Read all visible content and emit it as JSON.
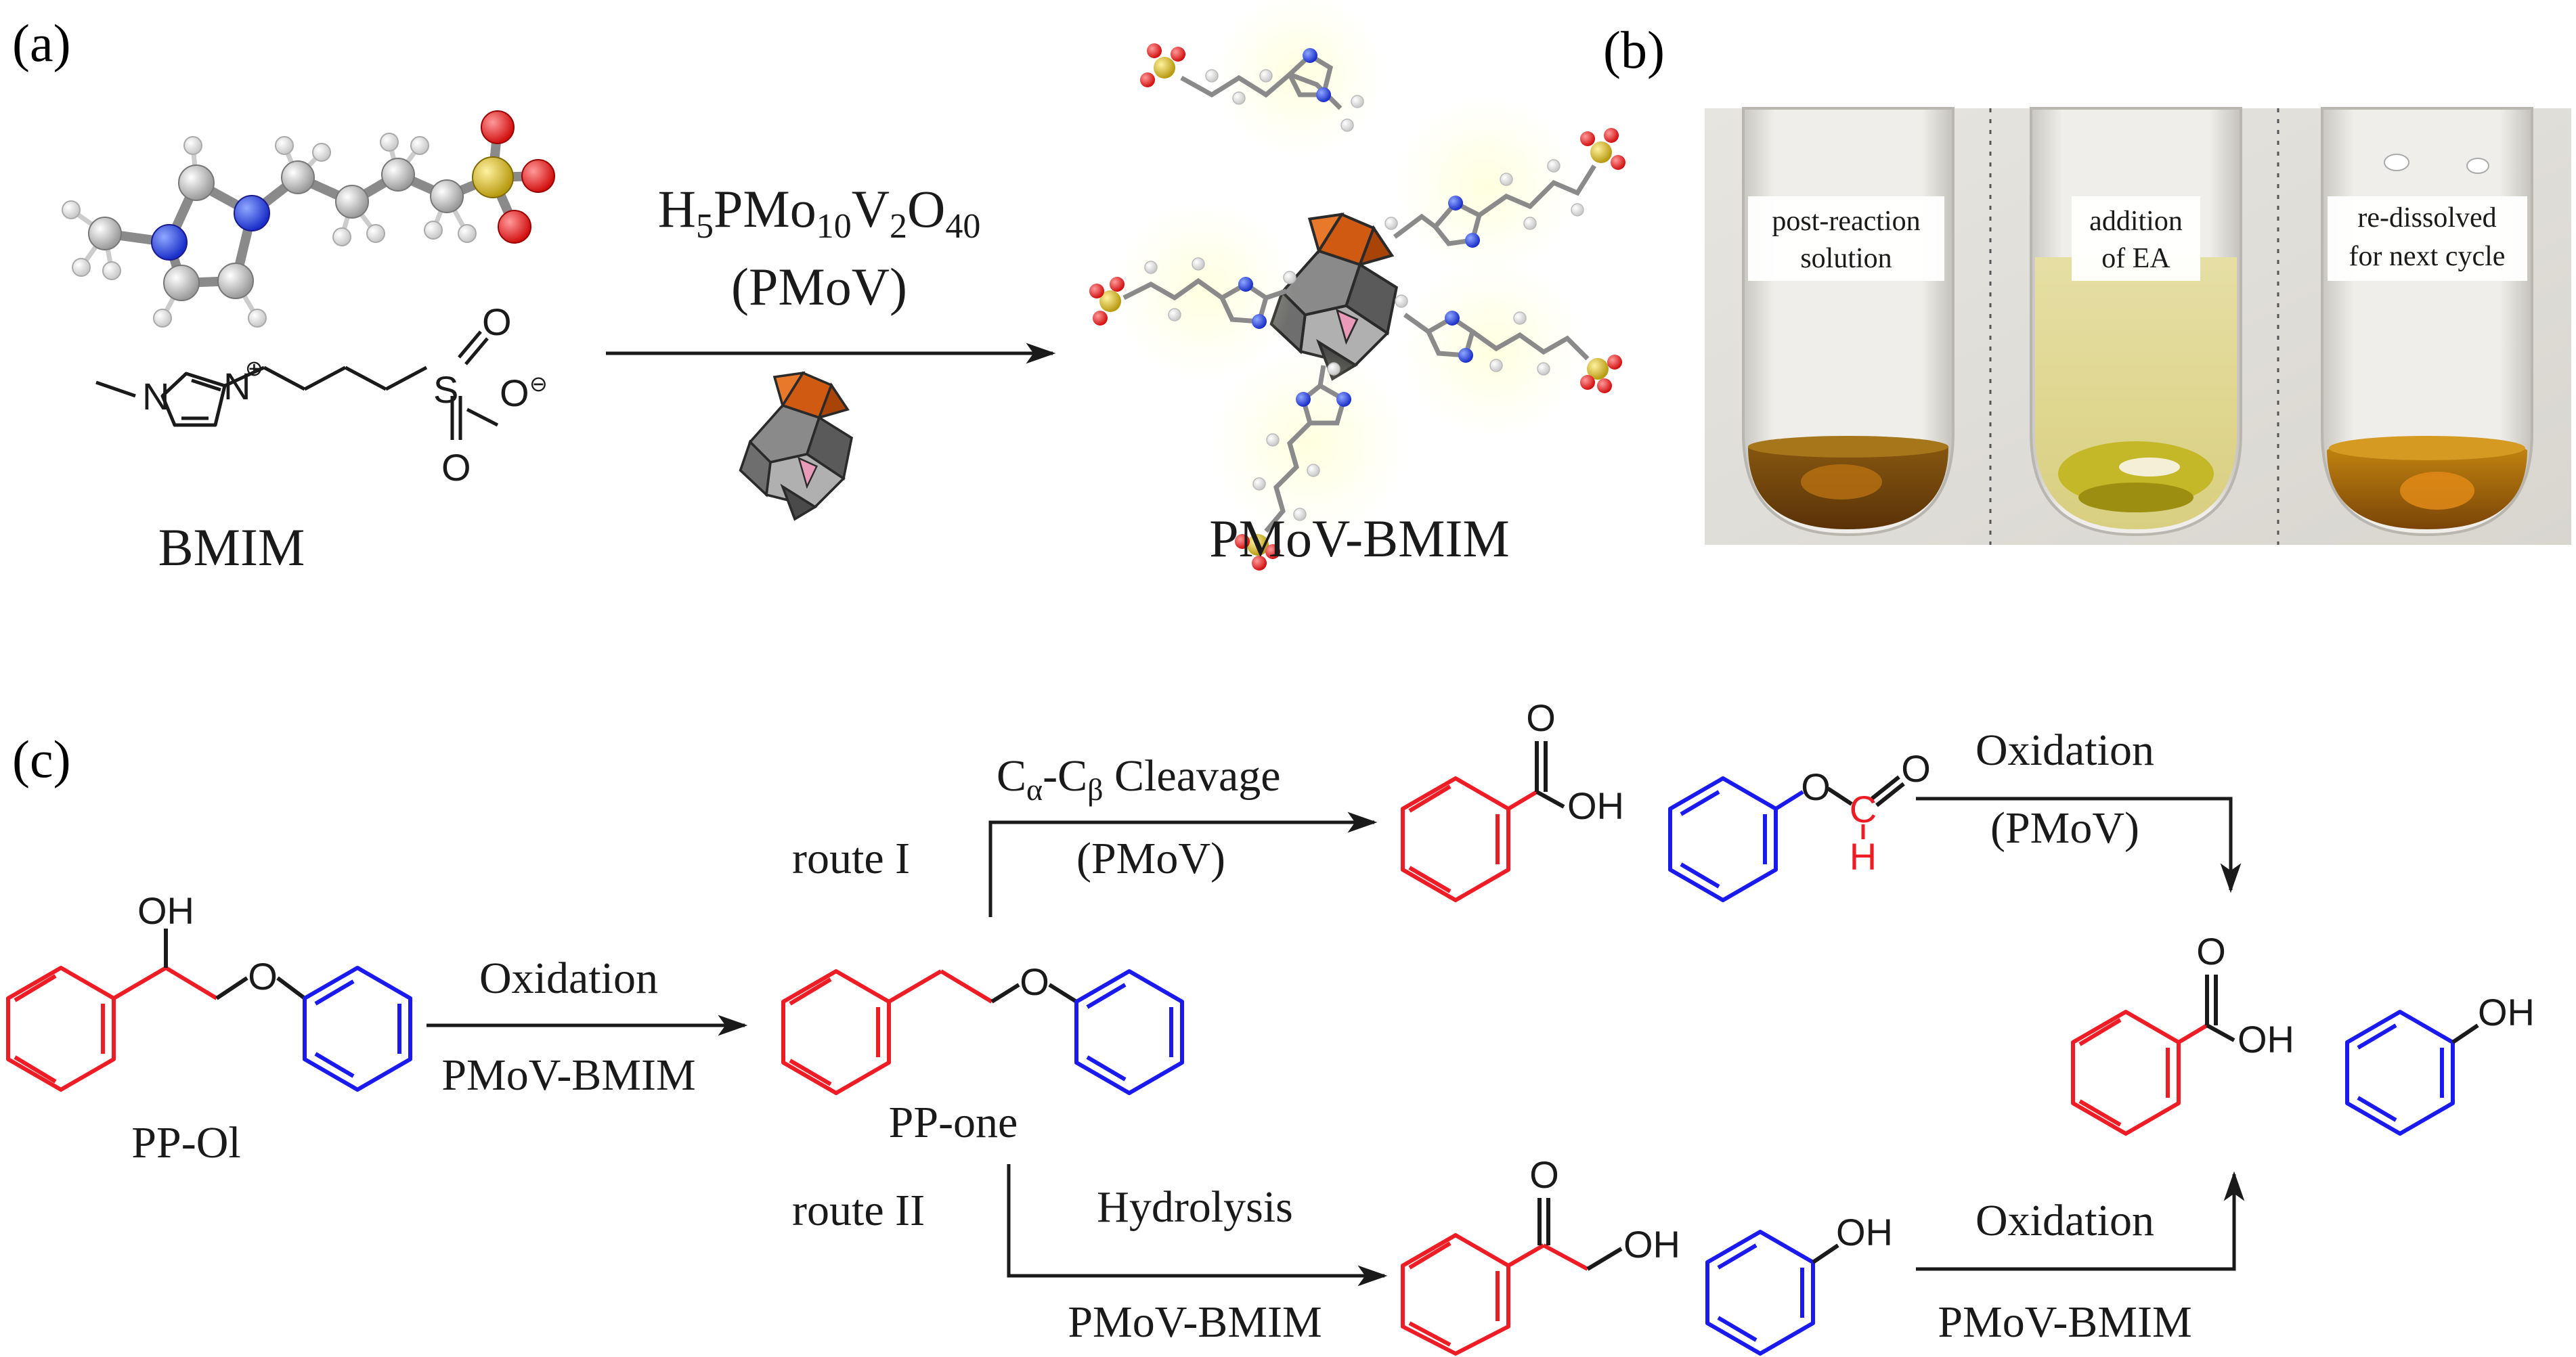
{
  "panels": {
    "a": "(a)",
    "b": "(b)",
    "c": "(c)"
  },
  "panel_a": {
    "reactant_name": "BMIM",
    "reagent_formula": {
      "H": "H",
      "s5": "5",
      "PMo": "PMo",
      "s10": "10",
      "V": "V",
      "s2": "2",
      "O": "O",
      "s40": "40"
    },
    "reagent_abbrev": "(PMoV)",
    "product_name": "PMoV-BMIM",
    "n_plus": "N",
    "plus_sign": "⊕",
    "minus_sign": "⊖",
    "S": "S",
    "O1": "O",
    "O2": "O",
    "Nme": "N"
  },
  "panel_b": {
    "tubes": [
      {
        "label_line1": "post-reaction",
        "label_line2": "solution"
      },
      {
        "label_line1": "addition",
        "label_line2": "of EA"
      },
      {
        "label_line1": "re-dissolved",
        "label_line2": "for next cycle"
      }
    ]
  },
  "panel_c": {
    "start_label": "PP-Ol",
    "start_oh": "OH",
    "start_o": "O",
    "step1_top": "Oxidation",
    "step1_bottom": "PMoV-BMIM",
    "intermediate_label": "PP-one",
    "intermediate_o": "O",
    "route1_label": "route I",
    "route1_top_pre": "C",
    "route1_alpha": "α",
    "route1_mid": "-C",
    "route1_beta": "β",
    "route1_post": " Cleavage",
    "route1_bottom": "(PMoV)",
    "route2_label": "route II",
    "route2_top": "Hydrolysis",
    "route2_bottom": "PMoV-BMIM",
    "ox1_top": "Oxidation",
    "ox1_bottom": "(PMoV)",
    "ox2_top": "Oxidation",
    "ox2_bottom": "PMoV-BMIM",
    "benzoic_o": "O",
    "benzoic_oh": "OH",
    "formate_o": "O",
    "formate_c": "C",
    "formate_o2": "O",
    "formate_h": "H",
    "final_benzoic_o": "O",
    "final_benzoic_oh": "OH",
    "final_phenol_oh": "OH",
    "ketol_o": "O",
    "ketol_oh": "OH",
    "phenol_oh": "OH"
  },
  "colors": {
    "red": "#ee1c25",
    "blue": "#1a1aee",
    "black": "#1a1a1a"
  }
}
